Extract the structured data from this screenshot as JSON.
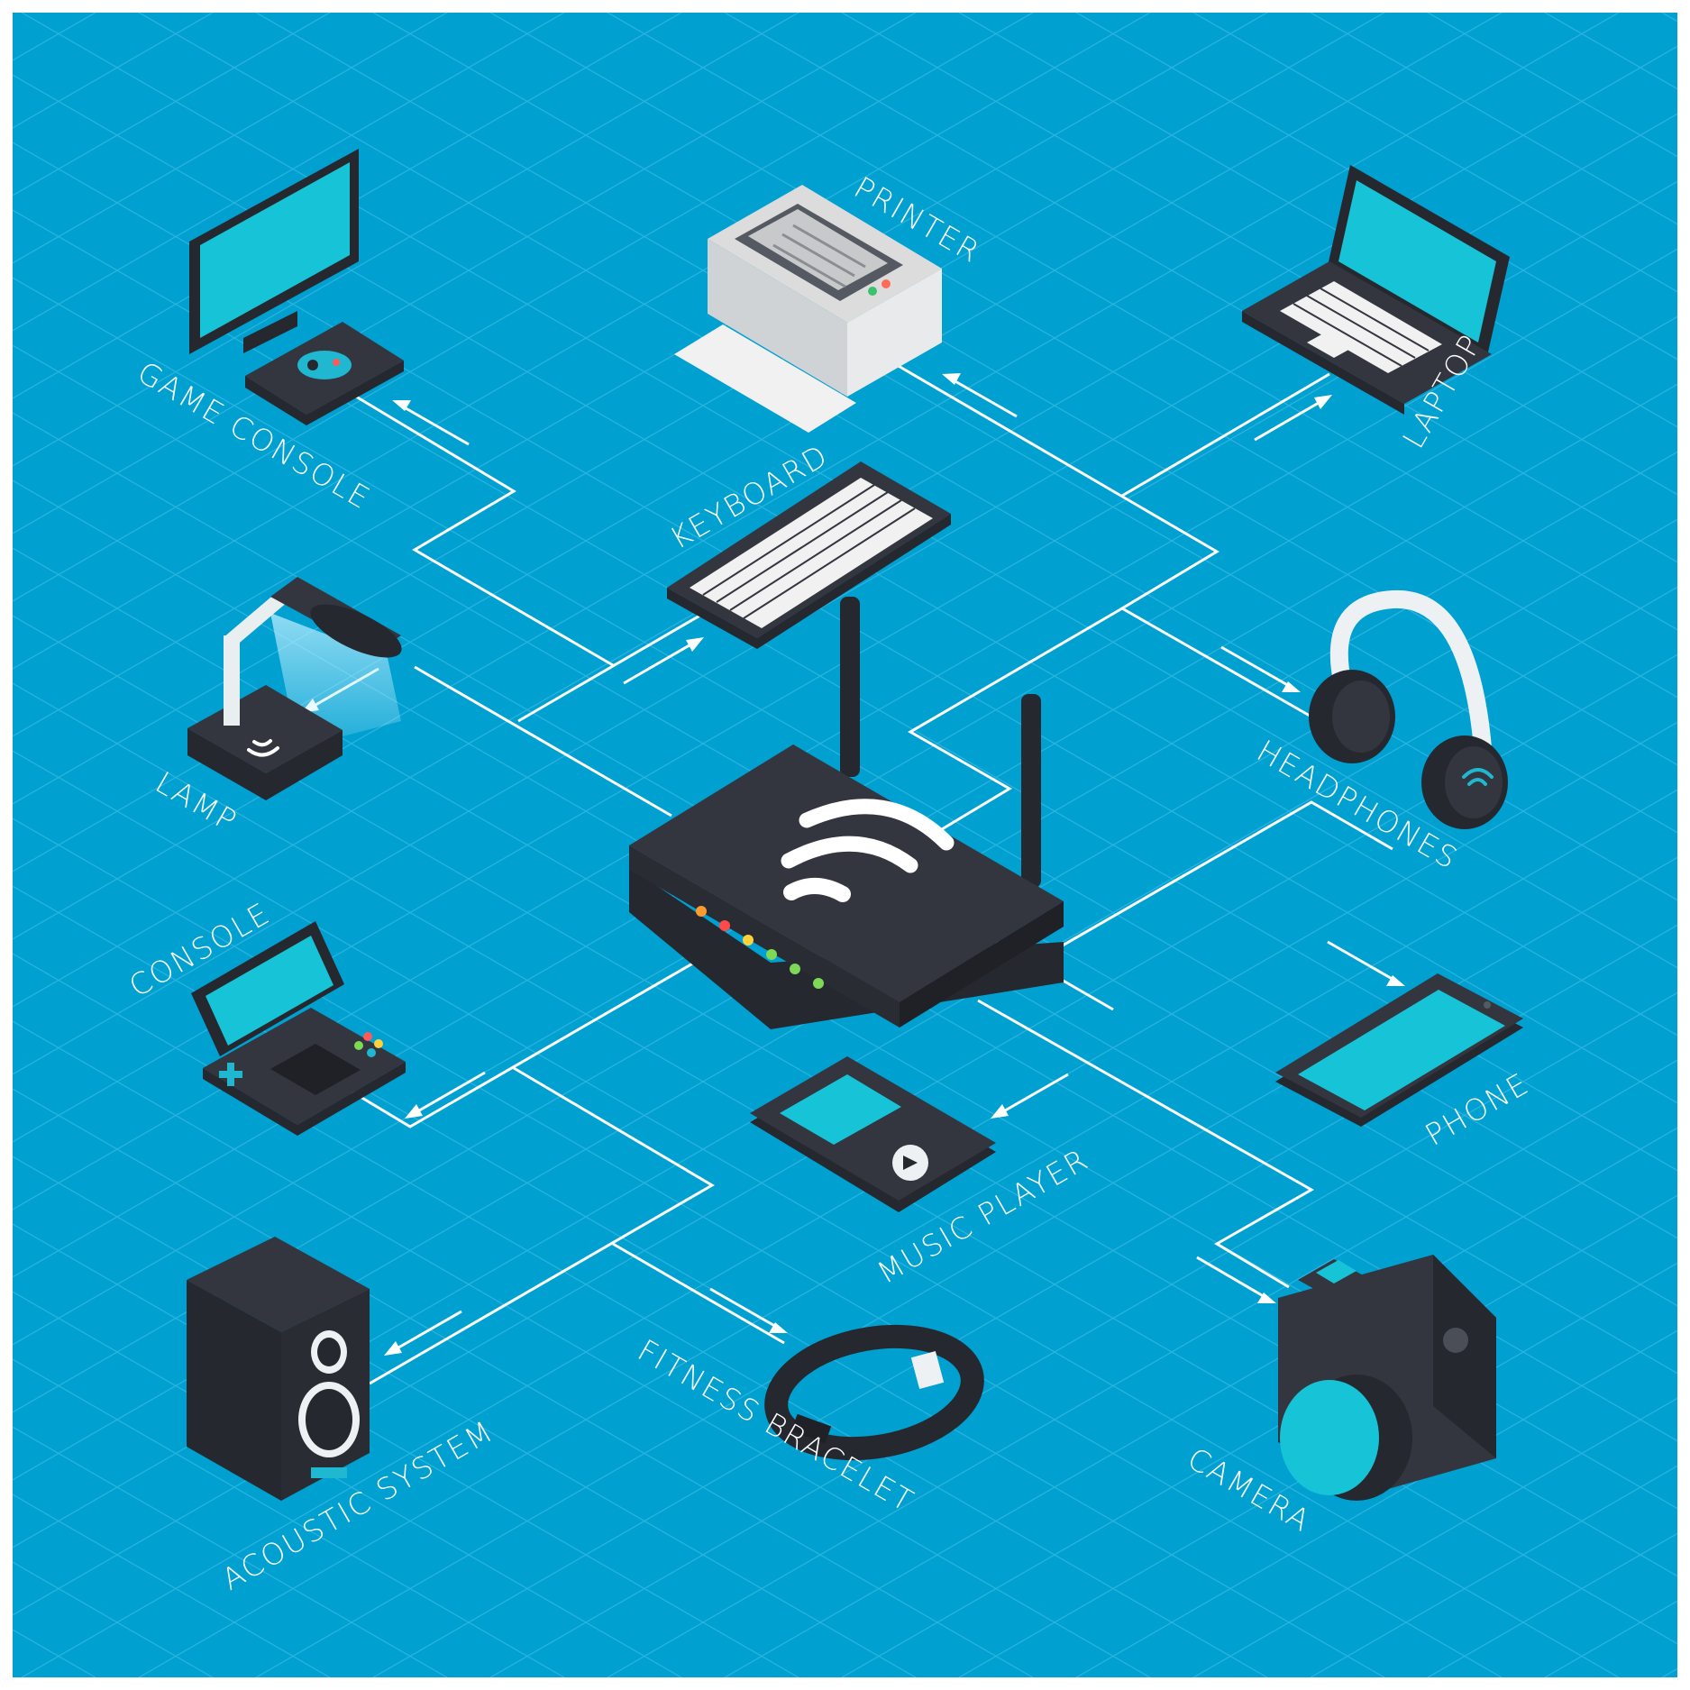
{
  "colors": {
    "background": "#00a0d1",
    "grid": "#2bb3de",
    "connector": "#ffffff",
    "device_dark": "#33363f",
    "screen": "#17c3d6"
  },
  "hub": {
    "icon": "wifi-router-icon"
  },
  "devices": [
    {
      "id": "game-console",
      "label": "GAME CONSOLE",
      "icon": "game-console-icon"
    },
    {
      "id": "printer",
      "label": "PRINTER",
      "icon": "printer-icon"
    },
    {
      "id": "laptop",
      "label": "LAPTOP",
      "icon": "laptop-icon"
    },
    {
      "id": "keyboard",
      "label": "KEYBOARD",
      "icon": "keyboard-icon"
    },
    {
      "id": "lamp",
      "label": "LAMP",
      "icon": "lamp-icon"
    },
    {
      "id": "headphones",
      "label": "HEADPHONES",
      "icon": "headphones-icon"
    },
    {
      "id": "console",
      "label": "CONSOLE",
      "icon": "handheld-console-icon"
    },
    {
      "id": "phone",
      "label": "PHONE",
      "icon": "phone-icon"
    },
    {
      "id": "music-player",
      "label": "MUSIC PLAYER",
      "icon": "music-player-icon"
    },
    {
      "id": "acoustic-system",
      "label": "ACOUSTIC SYSTEM",
      "icon": "speaker-icon"
    },
    {
      "id": "fitness-bracelet",
      "label": "FITNESS BRACELET",
      "icon": "fitness-bracelet-icon"
    },
    {
      "id": "camera",
      "label": "CAMERA",
      "icon": "camera-icon"
    }
  ]
}
